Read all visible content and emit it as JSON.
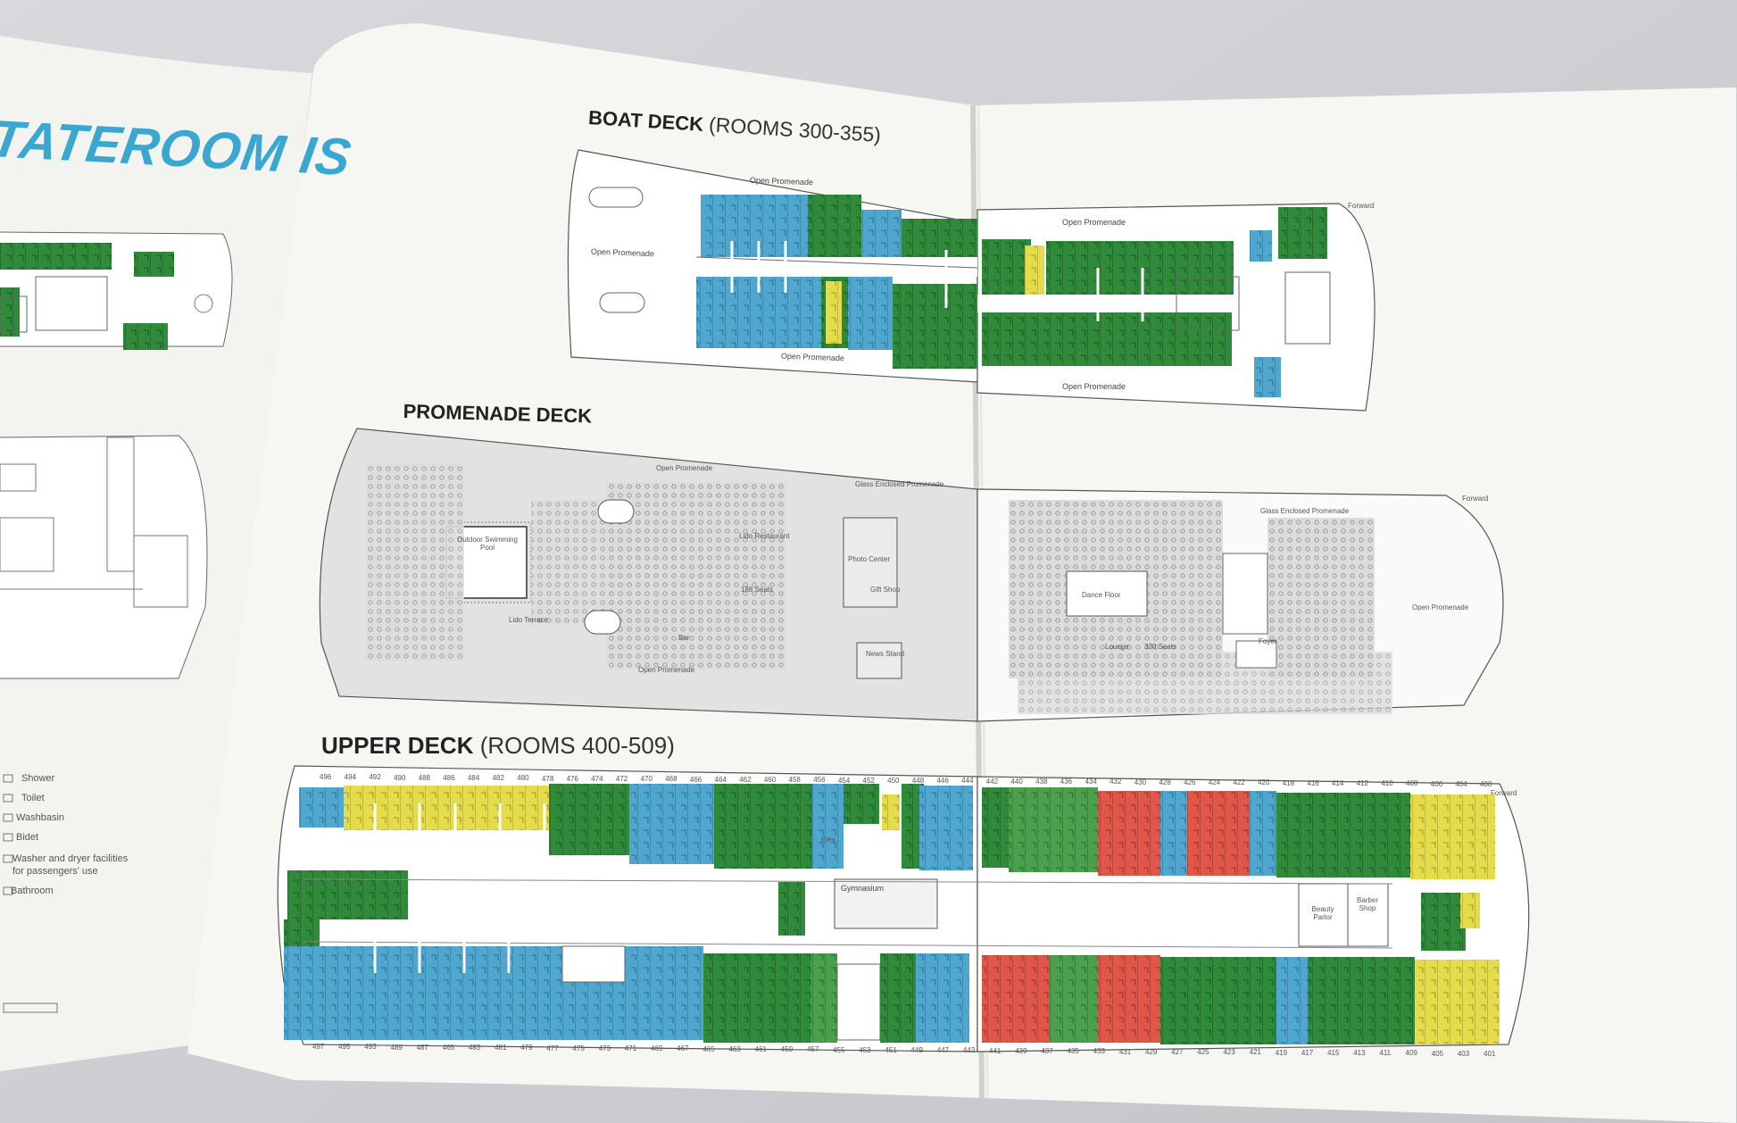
{
  "left_page": {
    "title_fragment": "TATEROOM IS",
    "legend": [
      "Shower",
      "Toilet",
      "Washbasin",
      "Bidet",
      "Washer and dryer facilities",
      "for passengers' use",
      "Bathroom"
    ]
  },
  "boat_deck": {
    "title": "BOAT DECK",
    "subtitle": "(ROOMS 300-355)",
    "labels": {
      "open_promenade_left": "Open Promenade",
      "open_promenade_top": "Open Promenade",
      "open_promenade_bottom": "Open Promenade",
      "open_promenade_top_right": "Open Promenade",
      "open_promenade_bottom_right": "Open Promenade",
      "forward": "Forward"
    }
  },
  "promenade_deck": {
    "title": "PROMENADE DECK",
    "labels": {
      "pool": "Outdoor Swimming Pool",
      "lido_terrace": "Lido Terrace",
      "open_promenade_top": "Open Promenade",
      "open_promenade_bottom": "Open Promenade",
      "glass_enclosed_left": "Glass Enclosed Promenade",
      "glass_enclosed_right": "Glass Enclosed Promenade",
      "lido_restaurant": "Lido Restaurant",
      "seats_188": "188 Seats",
      "bar": "Bar",
      "photo_center": "Photo Center",
      "gift_shop": "Gift Shop",
      "news_stand": "News Stand",
      "dance_floor": "Dance Floor",
      "lounge": "Lounge",
      "seats_330": "330 Seats",
      "foyer": "Foyer",
      "open_promenade_right": "Open Promenade",
      "forward": "Forward"
    }
  },
  "upper_deck": {
    "title": "UPPER DECK",
    "subtitle": "(ROOMS 400-509)",
    "labels": {
      "gymnasium": "Gymnasium",
      "beauty_parlor": "Beauty Parlor",
      "barber_shop": "Barber Shop",
      "elev": "Elev.",
      "forward": "Forward"
    },
    "top_room_numbers": [
      "496",
      "494",
      "492",
      "490",
      "488",
      "486",
      "484",
      "482",
      "480",
      "478",
      "476",
      "474",
      "472",
      "470",
      "468",
      "466",
      "464",
      "462",
      "460",
      "458",
      "456",
      "454",
      "452",
      "450",
      "448",
      "446",
      "444",
      "442",
      "440",
      "438",
      "436",
      "434",
      "432",
      "430",
      "428",
      "426",
      "424",
      "422",
      "420",
      "418",
      "416",
      "414",
      "412",
      "410",
      "408",
      "406",
      "404",
      "400"
    ],
    "bottom_room_numbers": [
      "497",
      "495",
      "493",
      "489",
      "487",
      "465",
      "483",
      "481",
      "479",
      "477",
      "475",
      "473",
      "471",
      "469",
      "467",
      "465",
      "463",
      "461",
      "459",
      "457",
      "455",
      "453",
      "451",
      "449",
      "447",
      "443",
      "441",
      "439",
      "437",
      "435",
      "433",
      "431",
      "429",
      "427",
      "425",
      "423",
      "421",
      "419",
      "417",
      "415",
      "413",
      "411",
      "409",
      "405",
      "403",
      "401"
    ]
  },
  "colors": {
    "blue": "#4fa6cf",
    "green": "#2f8a3a",
    "yellow": "#e4dc4a",
    "red": "#e0574a",
    "title_blue": "#3aa7d0",
    "paper": "#f6f6f3"
  }
}
